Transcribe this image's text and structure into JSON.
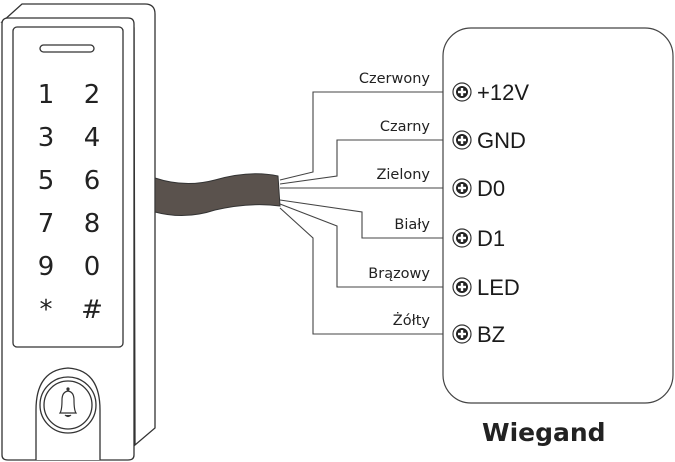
{
  "keypad": {
    "keys": [
      "1",
      "2",
      "3",
      "4",
      "5",
      "6",
      "7",
      "8",
      "9",
      "0",
      "*",
      "#"
    ],
    "bell_button": "bell-icon"
  },
  "cable": {
    "color": "#5a524d"
  },
  "wires": [
    {
      "label": "Czerwony",
      "terminal": "+12V"
    },
    {
      "label": "Czarny",
      "terminal": "GND"
    },
    {
      "label": "Zielony",
      "terminal": "D0"
    },
    {
      "label": "Biały",
      "terminal": "D1"
    },
    {
      "label": "Brązowy",
      "terminal": "LED"
    },
    {
      "label": "Żółty",
      "terminal": "BZ"
    }
  ],
  "controller": {
    "title": "Wiegand"
  }
}
